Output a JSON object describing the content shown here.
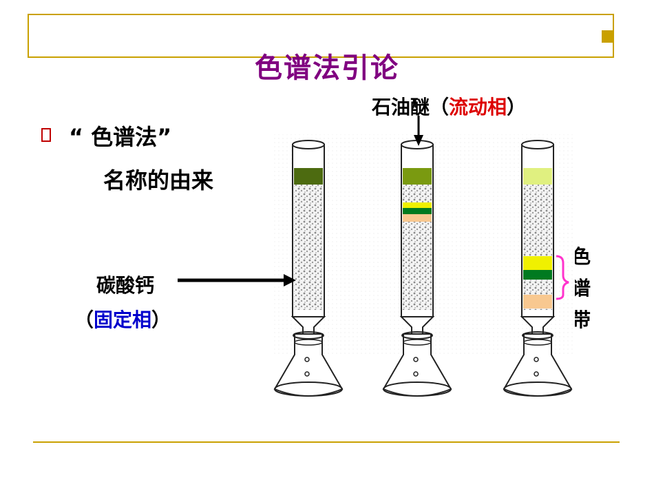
{
  "slide": {
    "title": "色谱法引论",
    "bullet_line1": "“ 色谱法”",
    "bullet_line2": "名称的由来"
  },
  "labels": {
    "stationary_name": "碳酸钙",
    "stationary_paren_open": "（",
    "stationary_phase": "固定相",
    "stationary_paren_close": "）",
    "mobile_name": "石油醚",
    "mobile_paren_open": "（",
    "mobile_phase": "流动相",
    "mobile_paren_close": "）",
    "band_label": "色谱带"
  },
  "colors": {
    "accent": "#c9a000",
    "title": "#800080",
    "bullet": "#c00000",
    "stationary_text": "#0000cc",
    "mobile_text": "#dd0000",
    "brace": "#ff33cc",
    "band_dark_green": "#4d6b10",
    "band_olive": "#7a9a10",
    "band_yellow": "#f0f000",
    "band_green": "#007a20",
    "band_peach": "#f8c890",
    "band_light": "#e0f080"
  }
}
